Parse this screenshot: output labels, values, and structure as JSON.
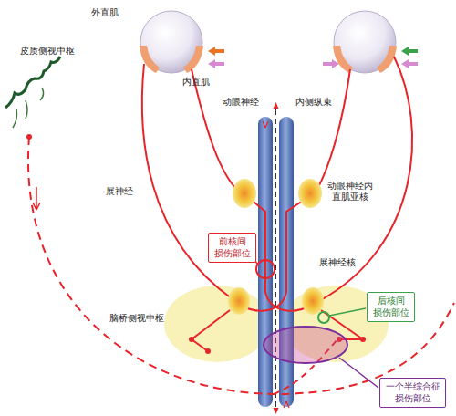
{
  "diagram": {
    "nodes": [
      {
        "text": [
          "前核间 损伤部位"
        ]
      },
      {
        "text": [
          "后核间 损伤部位"
        ]
      },
      {
        "text": [
          "一个半综合征 损伤部位"
        ]
      }
    ],
    "labels": [
      "外直肌",
      "内直肌",
      "皮质侧视中枢",
      "展神经",
      "动眼神经",
      "内侧纵束",
      "动眼神经内直肌亚核",
      "展神经核",
      "脑桥侧视中枢"
    ]
  }
}
